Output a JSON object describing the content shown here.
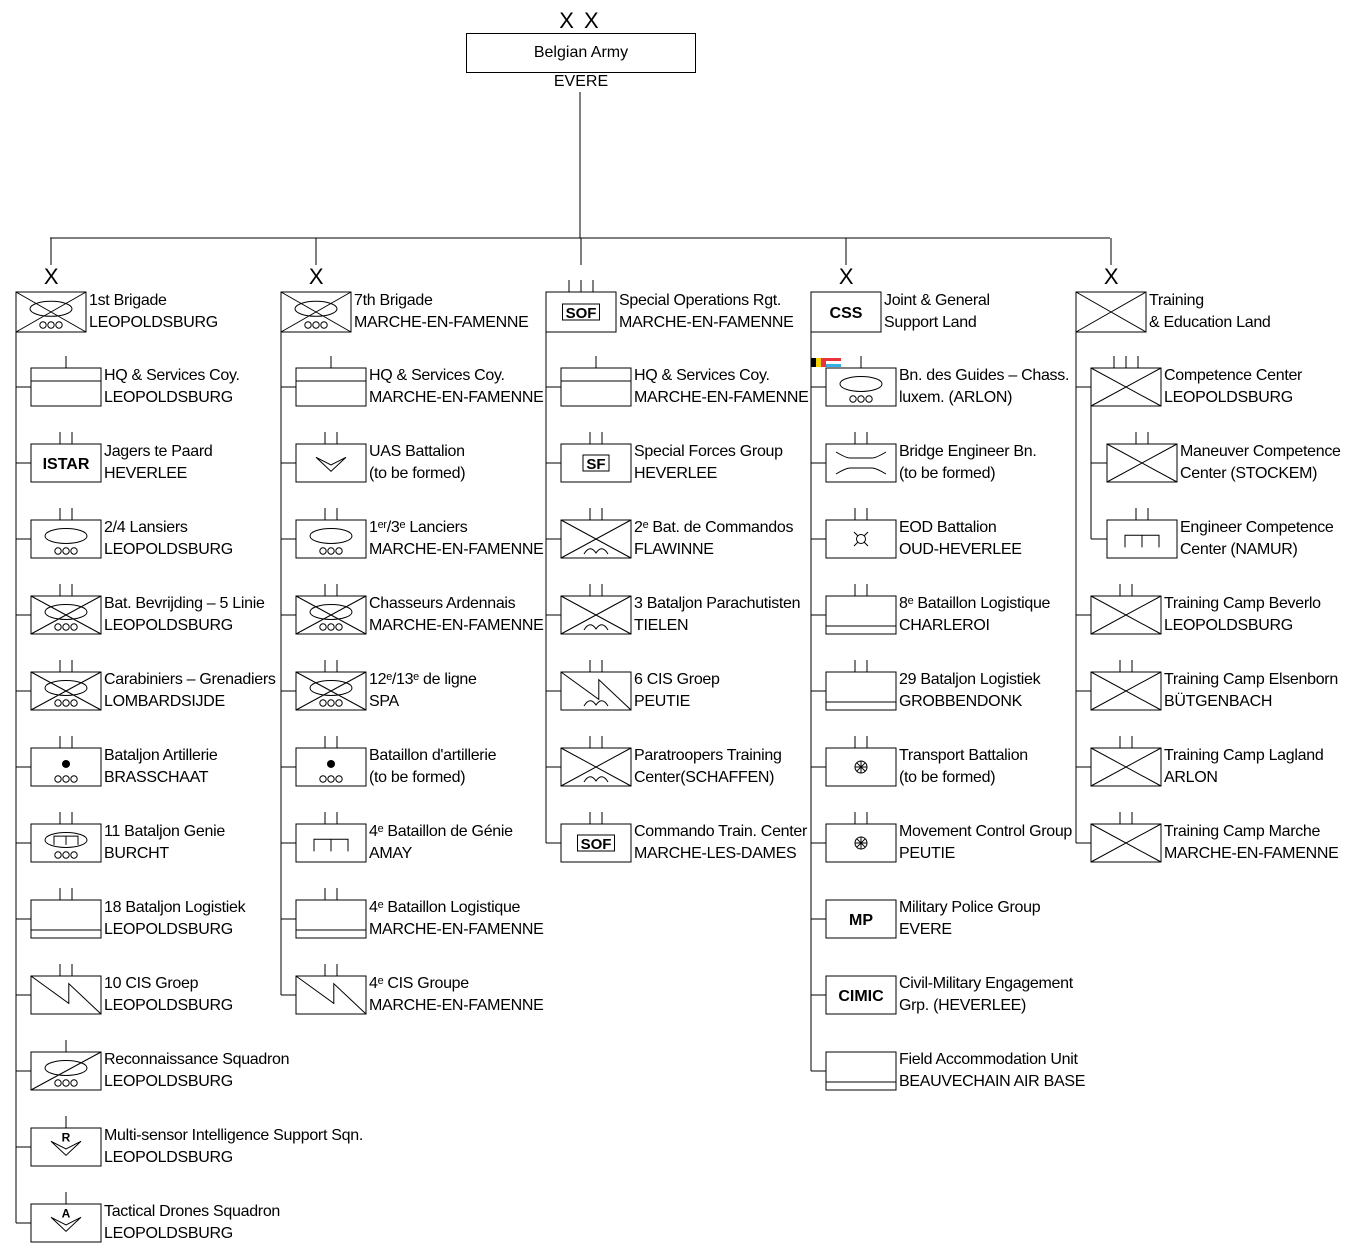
{
  "top": {
    "echelon": "X X",
    "title": "Belgian Army",
    "location": "EVERE"
  },
  "columns": [
    {
      "echelon_mark": "X",
      "root": {
        "title": "1st Brigade",
        "subtitle": "LEOPOLDSBURG",
        "symbol": "mech-infantry",
        "echelon": 0
      },
      "items": [
        {
          "title": "HQ & Services Coy.",
          "subtitle": "LEOPOLDSBURG",
          "symbol": "headquarters",
          "echelon": 1
        },
        {
          "title": "Jagers te Paard",
          "subtitle": "HEVERLEE",
          "symbol": "text",
          "label": "ISTAR",
          "echelon": 2
        },
        {
          "title": "2/4 Lansiers",
          "subtitle": "LEOPOLDSBURG",
          "symbol": "armor",
          "echelon": 2
        },
        {
          "title": "Bat. Bevrijding – 5 Linie",
          "subtitle": "LEOPOLDSBURG",
          "symbol": "mech-infantry",
          "echelon": 2
        },
        {
          "title": "Carabiniers – Grenadiers",
          "subtitle": "LOMBARDSIJDE",
          "symbol": "mech-infantry",
          "echelon": 2
        },
        {
          "title": "Bataljon Artillerie",
          "subtitle": "BRASSCHAAT",
          "symbol": "artillery",
          "echelon": 2
        },
        {
          "title": "11 Bataljon Genie",
          "subtitle": "BURCHT",
          "symbol": "armored-engineer",
          "echelon": 2
        },
        {
          "title": "18 Bataljon Logistiek",
          "subtitle": "LEOPOLDSBURG",
          "symbol": "logistics",
          "echelon": 2
        },
        {
          "title": "10 CIS Groep",
          "subtitle": "LEOPOLDSBURG",
          "symbol": "signals",
          "echelon": 2
        },
        {
          "title": "Reconnaissance Squadron",
          "subtitle": "LEOPOLDSBURG",
          "symbol": "recon",
          "echelon": 1
        },
        {
          "title": "Multi-sensor Intelligence Support Sqn.",
          "subtitle": "LEOPOLDSBURG",
          "symbol": "uav-letter",
          "label": "R",
          "echelon": 1
        },
        {
          "title": "Tactical Drones Squadron",
          "subtitle": "LEOPOLDSBURG",
          "symbol": "uav-letter",
          "label": "A",
          "echelon": 1
        }
      ]
    },
    {
      "echelon_mark": "X",
      "root": {
        "title": "7th Brigade",
        "subtitle": "MARCHE-EN-FAMENNE",
        "symbol": "mech-infantry",
        "echelon": 0
      },
      "items": [
        {
          "title": "HQ & Services Coy.",
          "subtitle": "MARCHE-EN-FAMENNE",
          "symbol": "headquarters",
          "echelon": 1
        },
        {
          "title": "UAS Battalion",
          "subtitle": "(to be formed)",
          "symbol": "uav",
          "echelon": 2
        },
        {
          "title": "1ᵉʳ/3ᵉ Lanciers",
          "subtitle": "MARCHE-EN-FAMENNE",
          "symbol": "armor",
          "echelon": 2
        },
        {
          "title": "Chasseurs Ardennais",
          "subtitle": "MARCHE-EN-FAMENNE",
          "symbol": "mech-infantry",
          "echelon": 2
        },
        {
          "title": "12ᵉ/13ᵉ de ligne",
          "subtitle": "SPA",
          "symbol": "mech-infantry",
          "echelon": 2
        },
        {
          "title": "Bataillon d'artillerie",
          "subtitle": "(to be formed)",
          "symbol": "artillery",
          "echelon": 2
        },
        {
          "title": "4ᵉ Bataillon de Génie",
          "subtitle": "AMAY",
          "symbol": "engineer",
          "echelon": 2
        },
        {
          "title": "4ᵉ Bataillon Logistique",
          "subtitle": "MARCHE-EN-FAMENNE",
          "symbol": "logistics",
          "echelon": 2
        },
        {
          "title": "4ᵉ CIS Groupe",
          "subtitle": "MARCHE-EN-FAMENNE",
          "symbol": "signals",
          "echelon": 2
        }
      ]
    },
    {
      "echelon_mark": "",
      "root": {
        "title": "Special Operations Rgt.",
        "subtitle": "MARCHE-EN-FAMENNE",
        "symbol": "boxed-text",
        "label": "SOF",
        "echelon": 3
      },
      "items": [
        {
          "title": "HQ & Services Coy.",
          "subtitle": "MARCHE-EN-FAMENNE",
          "symbol": "headquarters",
          "echelon": 1
        },
        {
          "title": "Special Forces Group",
          "subtitle": "HEVERLEE",
          "symbol": "boxed-text",
          "label": "SF",
          "echelon": 2
        },
        {
          "title": "2ᵉ Bat. de Commandos",
          "subtitle": "FLAWINNE",
          "symbol": "airborne-infantry",
          "echelon": 2
        },
        {
          "title": "3 Bataljon Parachutisten",
          "subtitle": "TIELEN",
          "symbol": "airborne-infantry",
          "echelon": 2
        },
        {
          "title": "6 CIS Groep",
          "subtitle": "PEUTIE",
          "symbol": "airborne-signals",
          "echelon": 2
        },
        {
          "title": "Paratroopers Training",
          "subtitle": "Center(SCHAFFEN)",
          "symbol": "airborne-infantry",
          "echelon": 2
        },
        {
          "title": "Commando Train. Center",
          "subtitle": "MARCHE-LES-DAMES",
          "symbol": "boxed-text",
          "label": "SOF",
          "echelon": 2
        }
      ]
    },
    {
      "echelon_mark": "X",
      "root": {
        "title": "Joint & General",
        "subtitle": "Support Land",
        "symbol": "text",
        "label": "CSS",
        "echelon": 0
      },
      "items": [
        {
          "title": "Bn. des Guides – Chass.",
          "subtitle": "luxem. (ARLON)",
          "symbol": "armor",
          "echelon": 1,
          "flags": [
            "belgium",
            "luxembourg"
          ]
        },
        {
          "title": "Bridge Engineer Bn.",
          "subtitle": "(to be formed)",
          "symbol": "bridge",
          "echelon": 2
        },
        {
          "title": "EOD Battalion",
          "subtitle": "OUD-HEVERLEE",
          "symbol": "eod",
          "echelon": 2
        },
        {
          "title": "8ᵉ Bataillon Logistique",
          "subtitle": "CHARLEROI",
          "symbol": "logistics",
          "echelon": 2
        },
        {
          "title": "29 Bataljon Logistiek",
          "subtitle": "GROBBENDONK",
          "symbol": "logistics",
          "echelon": 2
        },
        {
          "title": "Transport Battalion",
          "subtitle": "(to be formed)",
          "symbol": "transport",
          "echelon": 2
        },
        {
          "title": "Movement Control Group",
          "subtitle": "PEUTIE",
          "symbol": "transport",
          "echelon": 2
        },
        {
          "title": "Military Police Group",
          "subtitle": "EVERE",
          "symbol": "text",
          "label": "MP",
          "echelon": 0
        },
        {
          "title": "Civil-Military Engagement",
          "subtitle": "Grp. (HEVERLEE)",
          "symbol": "text",
          "label": "CIMIC",
          "echelon": 0
        },
        {
          "title": "Field Accommodation Unit",
          "subtitle": "BEAUVECHAIN AIR BASE",
          "symbol": "logistics",
          "echelon": 0
        }
      ]
    },
    {
      "echelon_mark": "X",
      "root": {
        "title": "Training",
        "subtitle": "& Education Land",
        "symbol": "infantry",
        "echelon": 0
      },
      "items": [
        {
          "title": "Competence Center",
          "subtitle": "LEOPOLDSBURG",
          "symbol": "infantry",
          "echelon": 3,
          "children": [
            {
              "title": "Maneuver Competence",
              "subtitle": "Center (STOCKEM)",
              "symbol": "infantry",
              "echelon": 2
            },
            {
              "title": "Engineer Competence",
              "subtitle": "Center (NAMUR)",
              "symbol": "engineer",
              "echelon": 2
            }
          ]
        },
        {
          "title": "Training Camp Beverlo",
          "subtitle": "LEOPOLDSBURG",
          "symbol": "infantry",
          "echelon": 2
        },
        {
          "title": "Training Camp Elsenborn",
          "subtitle": "BÜTGENBACH",
          "symbol": "infantry",
          "echelon": 2
        },
        {
          "title": "Training Camp Lagland",
          "subtitle": "ARLON",
          "symbol": "infantry",
          "echelon": 2
        },
        {
          "title": "Training Camp Marche",
          "subtitle": "MARCHE-EN-FAMENNE",
          "symbol": "infantry",
          "echelon": 2
        }
      ]
    }
  ],
  "colors": {
    "line": "#000000",
    "flag_black": "#000000",
    "flag_yellow": "#f5d000",
    "flag_red": "#e8323c",
    "flag_blue": "#34b0e6",
    "flag_white": "#ffffff"
  }
}
